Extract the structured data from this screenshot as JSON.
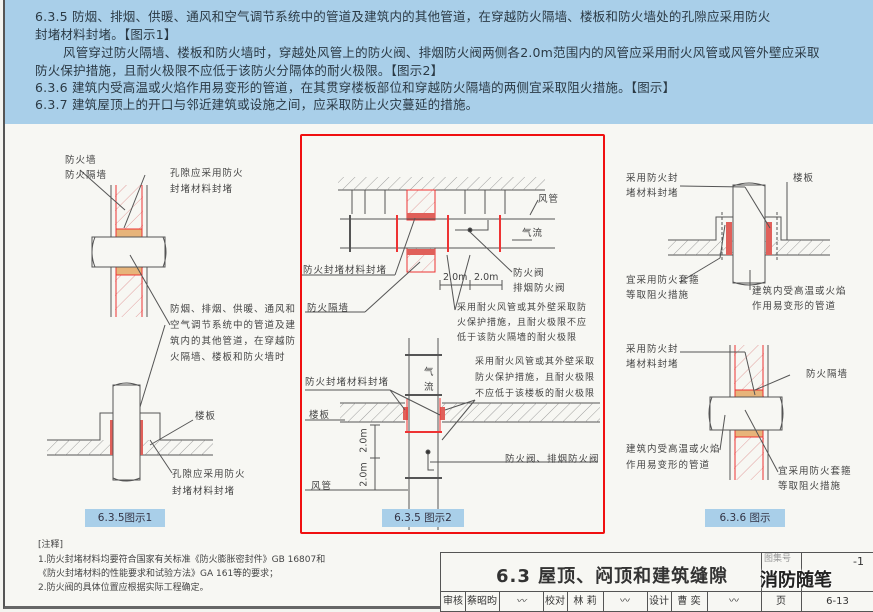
{
  "header": {
    "lines": [
      "6.3.5  防烟、排烟、供暖、通风和空气调节系统中的管道及建筑内的其他管道，在穿越防火隔墙、楼板和防火墙处的孔隙应采用防火",
      "封堵材料封堵。【图示1】",
      "风管穿过防火隔墙、楼板和防火墙时，穿越处风管上的防火阀、排烟防火阀两侧各2.0m范围内的风管应采用耐火风管或风管外壁应采取",
      "防火保护措施，且耐火极限不应低于该防火分隔体的耐火极限。【图示2】",
      "6.3.6  建筑内受高温或火焰作用易变形的管道，在其贯穿楼板部位和穿越防火隔墙的两侧宜采取阻火措施。【图示】",
      "6.3.7  建筑屋顶上的开口与邻近建筑或设施之间，应采取防止火灾蔓延的措施。"
    ]
  },
  "figure1": {
    "caption": "6.3.5图示1",
    "wall_label": [
      "防火墙",
      "防火隔墙"
    ],
    "gap_label_top": [
      "孔隙应采用防火",
      "封堵材料封堵"
    ],
    "pipe_desc": [
      "防烟、排烟、供暖、通风和",
      "空气调节系统中的管道及建",
      "筑内的其他管道，在穿越防",
      "火隔墙、楼板和防火墙时"
    ],
    "slab_label": "楼板",
    "gap_label_bottom": [
      "孔隙应采用防火",
      "封堵材料封堵"
    ]
  },
  "figure2": {
    "caption": "6.3.5 图示2",
    "duct_label": "风管",
    "airflow_label": "气流",
    "seal_label": "防火封堵材料封堵",
    "damper_label": [
      "防火阀",
      "排烟防火阀"
    ],
    "dim": "2.0m",
    "wall_label": "防火隔墙",
    "wall_protect": [
      "采用耐火风管或其外壁采取防",
      "火保护措施，且耐火极限不应",
      "低于该防火隔墙的耐火极限"
    ],
    "seal_label_2": "防火封堵材料封堵",
    "slab_protect": [
      "采用耐火风管或其外壁采取",
      "防火保护措施，且耐火极限",
      "不应低于该楼板的耐火极限"
    ],
    "airflow_label_2": [
      "气",
      "流"
    ],
    "slab_label": "楼板",
    "damper_label_2": "防火阀、排烟防火阀",
    "duct_label_2": "风管"
  },
  "figure3": {
    "caption": "6.3.6 图示",
    "seal_top": [
      "采用防火封",
      "堵材料封堵"
    ],
    "slab_label": "楼板",
    "collar_top": [
      "宜采用防火套箍",
      "等取阻火措施"
    ],
    "pipe_top": [
      "建筑内受高温或火焰",
      "作用易变形的管道"
    ],
    "seal_bottom": [
      "采用防火封",
      "堵材料封堵"
    ],
    "wall_label": "防火隔墙",
    "pipe_bottom": [
      "建筑内受高温或火焰",
      "作用易变形的管道"
    ],
    "collar_bottom": [
      "宜采用防火套箍",
      "等取阻火措施"
    ]
  },
  "notes": {
    "title": "[注释]",
    "items": [
      "1.防火封堵材料均要符合国家有关标准《防火膨胀密封件》GB 16807和",
      "《防火封堵材料的性能要求和试验方法》GA 161等的要求；",
      "2.防火阀的具体位置应根据实际工程确定。"
    ]
  },
  "title_block": {
    "title": "6.3 屋顶、闷顶和建筑缝隙",
    "atlas_label": "图集号",
    "atlas_no": "-1",
    "review_label": "审核",
    "reviewer": "蔡昭昀",
    "check_label": "校对",
    "checker": "林 莉",
    "design_label": "设计",
    "designer": "曹 奕",
    "page_label": "页",
    "page_no": "6-13"
  },
  "watermark": "消防随笔",
  "colors": {
    "header_bg": "#a9cfe9",
    "highlight_box": "#f01010",
    "fire_seal": "#e0605a"
  }
}
